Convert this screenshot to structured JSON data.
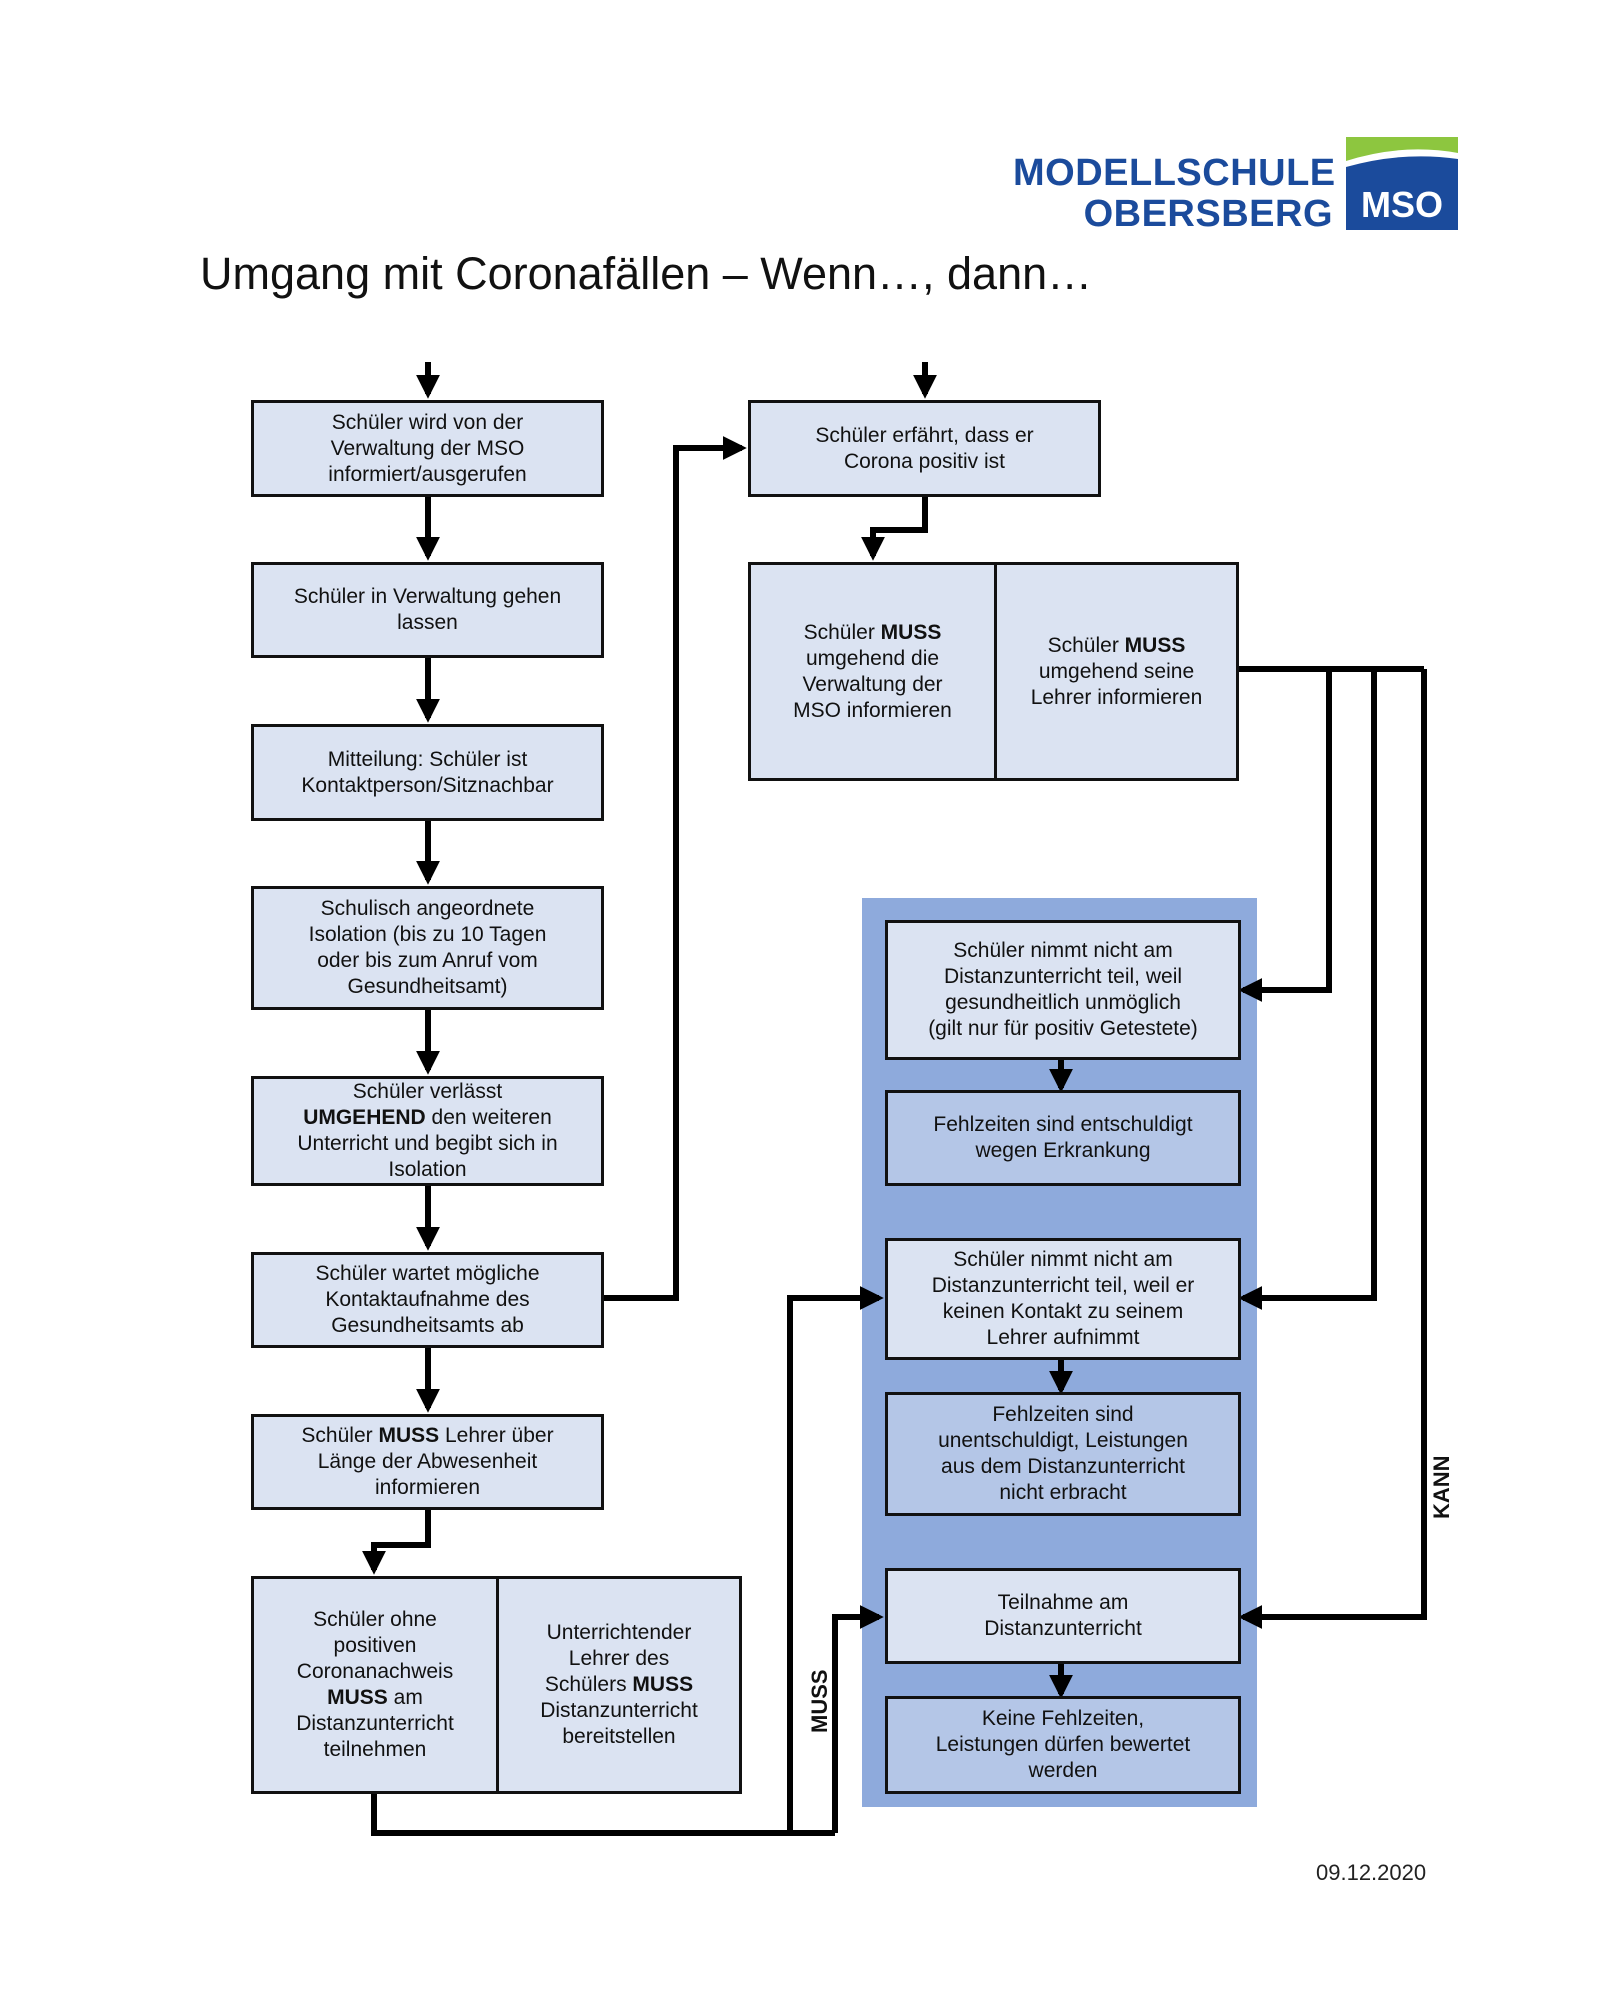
{
  "header": {
    "logo_line1": "MODELLSCHULE",
    "logo_line2": "OBERSBERG",
    "logo_badge": "MSO",
    "brand_colors": {
      "blue": "#1b4b9c",
      "green": "#8dc63f"
    },
    "title": "Umgang mit Coronafällen – Wenn…, dann…"
  },
  "left_column": [
    {
      "id": "l1",
      "text": "Schüler wird von der\nVerwaltung der MSO\ninformiert/ausgerufen"
    },
    {
      "id": "l2",
      "text": "Schüler in Verwaltung gehen\nlassen"
    },
    {
      "id": "l3",
      "text": "Mitteilung: Schüler ist\nKontaktperson/Sitznachbar"
    },
    {
      "id": "l4",
      "text": "Schulisch angeordnete\nIsolation (bis zu 10 Tagen\noder bis zum Anruf vom\nGesundheitsamt)"
    },
    {
      "id": "l5",
      "pre": "Schüler verlässt\n",
      "bold": "UMGEHEND",
      "post": " den weiteren\nUnterricht und begibt sich in\nIsolation"
    },
    {
      "id": "l6",
      "text": "Schüler wartet mögliche\nKontaktaufnahme des\nGesundheitsamts ab"
    },
    {
      "id": "l7",
      "pre": "Schüler ",
      "bold": "MUSS",
      "post": " Lehrer über\nLänge der Abwesenheit\ninformieren"
    },
    {
      "id": "l8a",
      "pre": "Schüler ohne\npositiven\nCoronanachweis\n",
      "bold": "MUSS",
      "post": " am\nDistanzunterricht\nteilnehmen"
    },
    {
      "id": "l8b",
      "pre": "Unterrichtender\nLehrer des\nSchülers ",
      "bold": "MUSS",
      "post": "\nDistanzunterricht\nbereitstellen"
    }
  ],
  "middle_column": [
    {
      "id": "m1",
      "text": "Schüler erfährt, dass er\nCorona positiv ist"
    },
    {
      "id": "m2a",
      "pre": "Schüler ",
      "bold": "MUSS",
      "post": "\numgehend die\nVerwaltung der\nMSO informieren"
    },
    {
      "id": "m2b",
      "pre": "Schüler ",
      "bold": "MUSS",
      "post": "\numgehend seine\nLehrer informieren"
    }
  ],
  "outcome_panel": {
    "color": "#8eaadc",
    "boxes": [
      {
        "id": "o1",
        "text": "Schüler nimmt nicht am\nDistanzunterricht teil, weil\ngesundheitlich unmöglich\n(gilt nur für positiv Getestete)"
      },
      {
        "id": "o2",
        "text": "Fehlzeiten sind entschuldigt\nwegen Erkrankung"
      },
      {
        "id": "o3",
        "text": "Schüler nimmt nicht am\nDistanzunterricht teil, weil er\nkeinen Kontakt zu seinem\nLehrer aufnimmt"
      },
      {
        "id": "o4",
        "text": "Fehlzeiten sind\nunentschuldigt, Leistungen\naus dem Distanzunterricht\nnicht erbracht"
      },
      {
        "id": "o5",
        "text": "Teilnahme am\nDistanzunterricht"
      },
      {
        "id": "o6",
        "text": "Keine Fehlzeiten,\nLeistungen dürfen bewertet\nwerden"
      }
    ]
  },
  "labels": {
    "muss": "MUSS",
    "kann": "KANN"
  },
  "footer": {
    "date": "09.12.2020"
  }
}
